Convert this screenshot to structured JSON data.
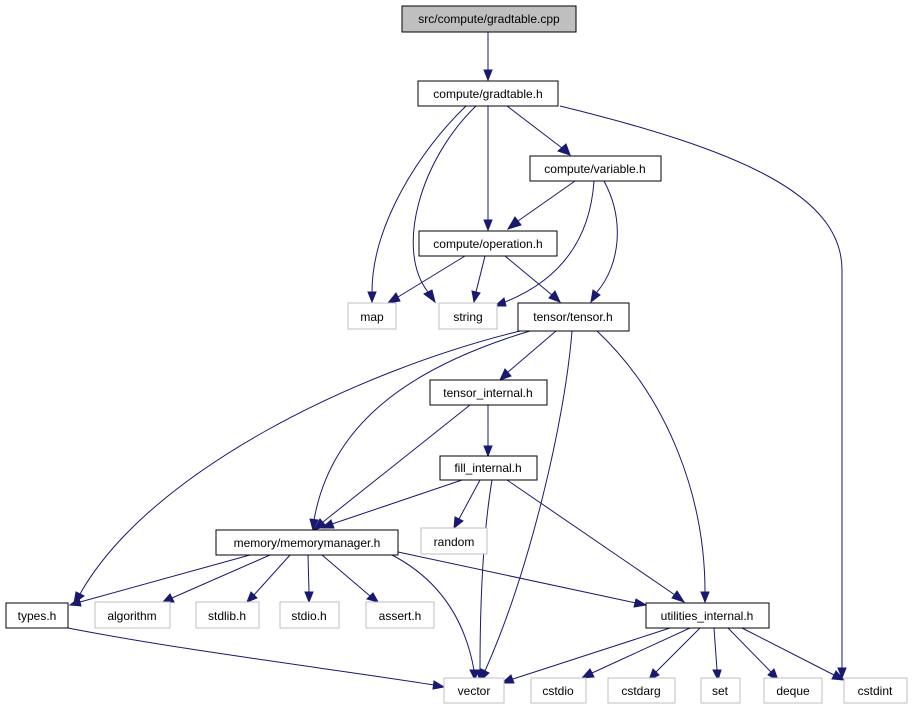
{
  "graph": {
    "nodes": {
      "gradtable_cpp": "src/compute/gradtable.cpp",
      "gradtable_h": "compute/gradtable.h",
      "variable_h": "compute/variable.h",
      "operation_h": "compute/operation.h",
      "map": "map",
      "string": "string",
      "tensor_h": "tensor/tensor.h",
      "tensor_internal_h": "tensor_internal.h",
      "fill_internal_h": "fill_internal.h",
      "random": "random",
      "memorymanager_h": "memory/memorymanager.h",
      "types_h": "types.h",
      "algorithm": "algorithm",
      "stdlib_h": "stdlib.h",
      "stdio_h": "stdio.h",
      "assert_h": "assert.h",
      "utilities_internal_h": "utilities_internal.h",
      "vector": "vector",
      "cstdio": "cstdio",
      "cstdarg": "cstdarg",
      "set": "set",
      "deque": "deque",
      "cstdint": "cstdint"
    },
    "colors": {
      "edge": "#191970",
      "root_fill": "#bfbfbf",
      "external_border": "#bfbfbf",
      "node_border": "#000000"
    }
  }
}
